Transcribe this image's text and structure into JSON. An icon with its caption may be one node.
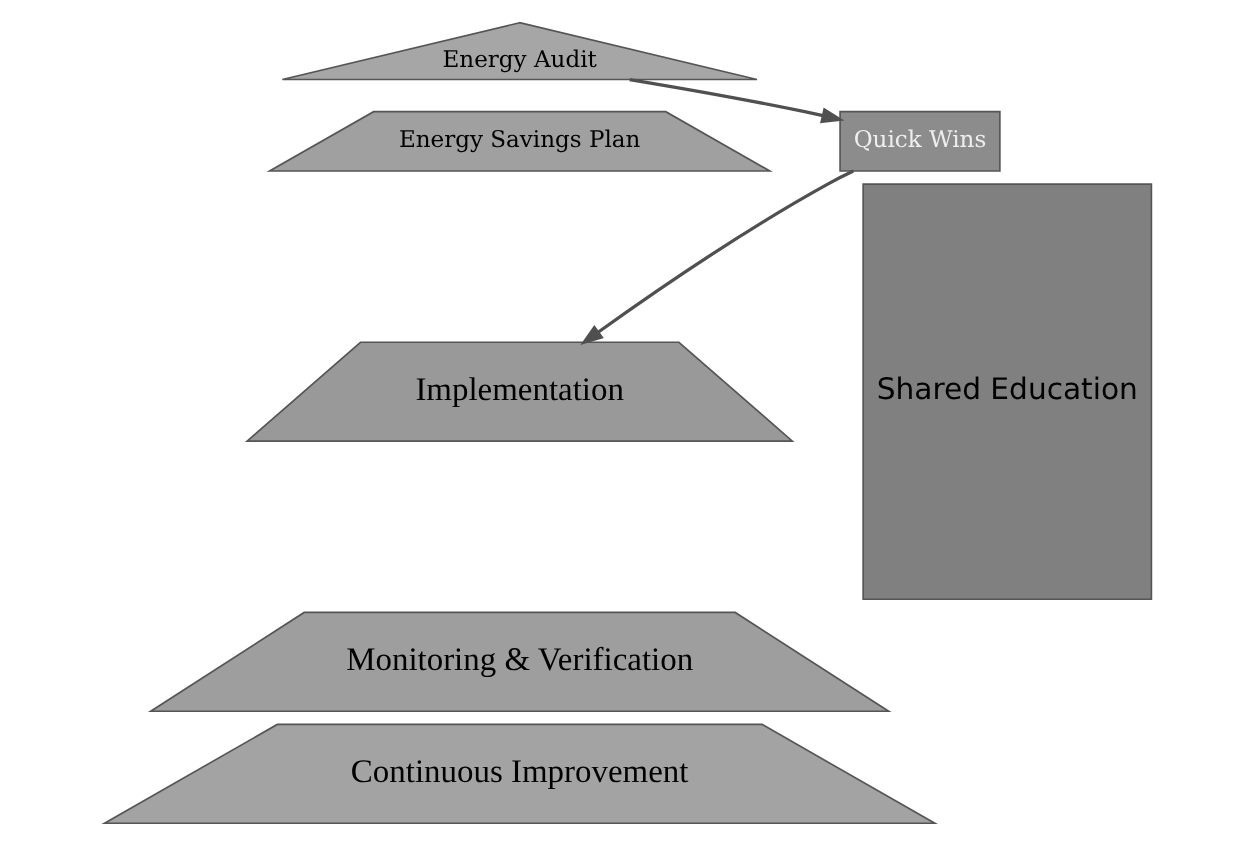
{
  "diagram": {
    "nodes": [
      {
        "text": [
          "Energy Audit"
        ]
      },
      {
        "text": [
          "Energy Savings Plan"
        ]
      },
      {
        "text": [
          "Implementation"
        ]
      },
      {
        "text": [
          "Monitoring & Verification"
        ]
      },
      {
        "text": [
          "Continuous Improvement"
        ]
      },
      {
        "text": [
          "Quick Wins"
        ]
      },
      {
        "text": [
          "Shared Education"
        ]
      }
    ],
    "edges": [
      {
        "from": 0,
        "to": 5,
        "arrow": "to"
      },
      {
        "from": 5,
        "to": 2,
        "arrow": "to"
      }
    ]
  }
}
